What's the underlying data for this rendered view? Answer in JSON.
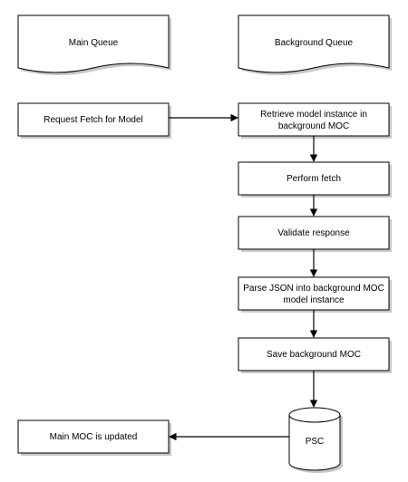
{
  "headers": {
    "main_queue": "Main Queue",
    "background_queue": "Background Queue"
  },
  "nodes": {
    "request_fetch": "Request Fetch for Model",
    "retrieve_line1": "Retrieve model instance in",
    "retrieve_line2": "background MOC",
    "perform_fetch": "Perform fetch",
    "validate_response": "Validate response",
    "parse_line1": "Parse JSON into background MOC",
    "parse_line2": "model instance",
    "save_moc": "Save background MOC",
    "psc": "PSC",
    "main_moc_updated": "Main MOC is updated"
  },
  "colors": {
    "stroke": "#000000",
    "fill": "#ffffff",
    "shadow": "#c8c8c8"
  }
}
